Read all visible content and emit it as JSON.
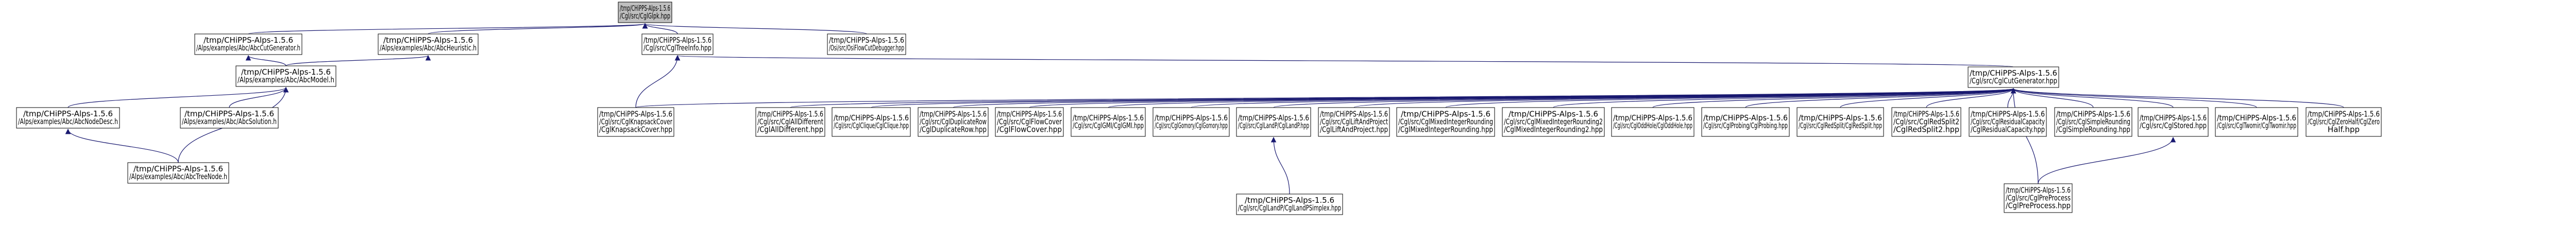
{
  "colors": {
    "root_fill": "#bfbfbf",
    "node_fill": "#ffffff",
    "node_border": "#000000",
    "edge": "#191970",
    "background": "#ffffff"
  },
  "nodes": [
    {
      "id": "root",
      "lines": [
        "/tmp/CHiPPS-Alps-1.5.6",
        "/Cgl/src/CglGlpk.hpp"
      ],
      "root": true
    },
    {
      "id": "abccutgen",
      "lines": [
        "/tmp/CHiPPS-Alps-1.5.6",
        "/Alps/examples/Abc/AbcCutGenerator.h"
      ]
    },
    {
      "id": "abcheuristic",
      "lines": [
        "/tmp/CHiPPS-Alps-1.5.6",
        "/Alps/examples/Abc/AbcHeuristic.h"
      ]
    },
    {
      "id": "cgltreeinfo",
      "lines": [
        "/tmp/CHiPPS-Alps-1.5.6",
        "/Cgl/src/CglTreeInfo.hpp"
      ]
    },
    {
      "id": "osiflowcut",
      "lines": [
        "/tmp/CHiPPS-Alps-1.5.6",
        "/Osi/src/OsiFlowCutDebugger.hpp"
      ]
    },
    {
      "id": "abcmodel",
      "lines": [
        "/tmp/CHiPPS-Alps-1.5.6",
        "/Alps/examples/Abc/AbcModel.h"
      ]
    },
    {
      "id": "cglcutgen",
      "lines": [
        "/tmp/CHiPPS-Alps-1.5.6",
        "/Cgl/src/CglCutGenerator.hpp"
      ]
    },
    {
      "id": "abcnodedesc",
      "lines": [
        "/tmp/CHiPPS-Alps-1.5.6",
        "/Alps/examples/Abc/AbcNodeDesc.h"
      ]
    },
    {
      "id": "abcsolution",
      "lines": [
        "/tmp/CHiPPS-Alps-1.5.6",
        "/Alps/examples/Abc/AbcSolution.h"
      ]
    },
    {
      "id": "cglknapsack",
      "lines": [
        "/tmp/CHiPPS-Alps-1.5.6",
        "/Cgl/src/CglKnapsackCover",
        "/CglKnapsackCover.hpp"
      ]
    },
    {
      "id": "cglallddiff",
      "lines": [
        "/tmp/CHiPPS-Alps-1.5.6",
        "/Cgl/src/CglAllDifferent",
        "/CglAllDifferent.hpp"
      ]
    },
    {
      "id": "cglclique",
      "lines": [
        "/tmp/CHiPPS-Alps-1.5.6",
        "/Cgl/src/CglClique/CglClique.hpp"
      ]
    },
    {
      "id": "cglduplicate",
      "lines": [
        "/tmp/CHiPPS-Alps-1.5.6",
        "/Cgl/src/CglDuplicateRow",
        "/CglDuplicateRow.hpp"
      ]
    },
    {
      "id": "cglflowcover",
      "lines": [
        "/tmp/CHiPPS-Alps-1.5.6",
        "/Cgl/src/CglFlowCover",
        "/CglFlowCover.hpp"
      ]
    },
    {
      "id": "cglgmi",
      "lines": [
        "/tmp/CHiPPS-Alps-1.5.6",
        "/Cgl/src/CglGMI/CglGMI.hpp"
      ]
    },
    {
      "id": "cglgomory",
      "lines": [
        "/tmp/CHiPPS-Alps-1.5.6",
        "/Cgl/src/CglGomory/CglGomory.hpp"
      ]
    },
    {
      "id": "cgllandp",
      "lines": [
        "/tmp/CHiPPS-Alps-1.5.6",
        "/Cgl/src/CglLandP/CglLandP.hpp"
      ]
    },
    {
      "id": "cgllift",
      "lines": [
        "/tmp/CHiPPS-Alps-1.5.6",
        "/Cgl/src/CglLiftAndProject",
        "/CglLiftAndProject.hpp"
      ]
    },
    {
      "id": "cglmixed",
      "lines": [
        "/tmp/CHiPPS-Alps-1.5.6",
        "/Cgl/src/CglMixedIntegerRounding",
        "/CglMixedIntegerRounding.hpp"
      ]
    },
    {
      "id": "cglmixed2",
      "lines": [
        "/tmp/CHiPPS-Alps-1.5.6",
        "/Cgl/src/CglMixedIntegerRounding2",
        "/CglMixedIntegerRounding2.hpp"
      ]
    },
    {
      "id": "cgloddhole",
      "lines": [
        "/tmp/CHiPPS-Alps-1.5.6",
        "/Cgl/src/CglOddHole/CglOddHole.hpp"
      ]
    },
    {
      "id": "cglprobing",
      "lines": [
        "/tmp/CHiPPS-Alps-1.5.6",
        "/Cgl/src/CglProbing/CglProbing.hpp"
      ]
    },
    {
      "id": "cglredsplit",
      "lines": [
        "/tmp/CHiPPS-Alps-1.5.6",
        "/Cgl/src/CglRedSplit/CglRedSplit.hpp"
      ]
    },
    {
      "id": "cglredsplit2",
      "lines": [
        "/tmp/CHiPPS-Alps-1.5.6",
        "/Cgl/src/CglRedSplit2",
        "/CglRedSplit2.hpp"
      ]
    },
    {
      "id": "cglresidual",
      "lines": [
        "/tmp/CHiPPS-Alps-1.5.6",
        "/Cgl/src/CglResidualCapacity",
        "/CglResidualCapacity.hpp"
      ]
    },
    {
      "id": "cglsimple",
      "lines": [
        "/tmp/CHiPPS-Alps-1.5.6",
        "/Cgl/src/CglSimpleRounding",
        "/CglSimpleRounding.hpp"
      ]
    },
    {
      "id": "cglstored",
      "lines": [
        "/tmp/CHiPPS-Alps-1.5.6",
        "/Cgl/src/CglStored.hpp"
      ]
    },
    {
      "id": "cgltwomir",
      "lines": [
        "/tmp/CHiPPS-Alps-1.5.6",
        "/Cgl/src/CglTwomir/CglTwomir.hpp"
      ]
    },
    {
      "id": "cglzero",
      "lines": [
        "/tmp/CHiPPS-Alps-1.5.6",
        "/Cgl/src/CglZeroHalf/CglZero",
        "Half.hpp"
      ]
    },
    {
      "id": "abctreenode",
      "lines": [
        "/tmp/CHiPPS-Alps-1.5.6",
        "/Alps/examples/Abc/AbcTreeNode.h"
      ]
    },
    {
      "id": "cgllandpsimplex",
      "lines": [
        "/tmp/CHiPPS-Alps-1.5.6",
        "/Cgl/src/CglLandP/CglLandPSimplex.hpp"
      ]
    },
    {
      "id": "cglpreprocess",
      "lines": [
        "/tmp/CHiPPS-Alps-1.5.6",
        "/Cgl/src/CglPreProcess",
        "/CglPreProcess.hpp"
      ]
    }
  ],
  "edges": [
    [
      "abccutgen",
      "root"
    ],
    [
      "abcheuristic",
      "root"
    ],
    [
      "cgltreeinfo",
      "root"
    ],
    [
      "osiflowcut",
      "root"
    ],
    [
      "abcmodel",
      "abccutgen"
    ],
    [
      "abcmodel",
      "abcheuristic"
    ],
    [
      "cglcutgen",
      "cgltreeinfo"
    ],
    [
      "cglknapsack",
      "cgltreeinfo"
    ],
    [
      "abcnodedesc",
      "abcmodel"
    ],
    [
      "abcsolution",
      "abcmodel"
    ],
    [
      "abctreenode",
      "abcmodel"
    ],
    [
      "abctreenode",
      "abcnodedesc"
    ],
    [
      "cglknapsack",
      "cglcutgen"
    ],
    [
      "cglallddiff",
      "cglcutgen"
    ],
    [
      "cglclique",
      "cglcutgen"
    ],
    [
      "cglduplicate",
      "cglcutgen"
    ],
    [
      "cglflowcover",
      "cglcutgen"
    ],
    [
      "cglgmi",
      "cglcutgen"
    ],
    [
      "cglgomory",
      "cglcutgen"
    ],
    [
      "cgllandp",
      "cglcutgen"
    ],
    [
      "cgllift",
      "cglcutgen"
    ],
    [
      "cglmixed",
      "cglcutgen"
    ],
    [
      "cglmixed2",
      "cglcutgen"
    ],
    [
      "cgloddhole",
      "cglcutgen"
    ],
    [
      "cglprobing",
      "cglcutgen"
    ],
    [
      "cglredsplit",
      "cglcutgen"
    ],
    [
      "cglredsplit2",
      "cglcutgen"
    ],
    [
      "cglresidual",
      "cglcutgen"
    ],
    [
      "cglsimple",
      "cglcutgen"
    ],
    [
      "cglstored",
      "cglcutgen"
    ],
    [
      "cgltwomir",
      "cglcutgen"
    ],
    [
      "cglzero",
      "cglcutgen"
    ],
    [
      "cglpreprocess",
      "cglcutgen"
    ],
    [
      "cgllandpsimplex",
      "cgllandp"
    ],
    [
      "cglpreprocess",
      "cglstored"
    ]
  ]
}
